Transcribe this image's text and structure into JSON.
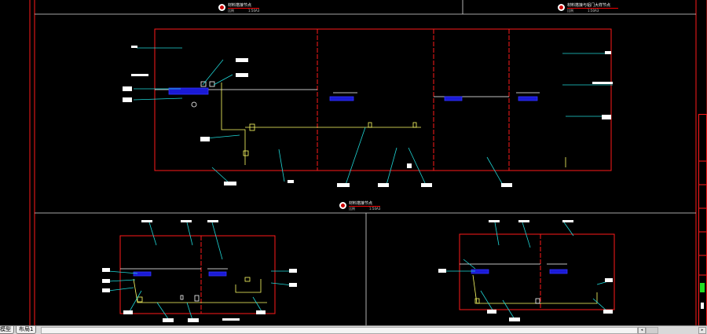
{
  "drawing": {
    "titles": [
      {
        "name": "材料搭接节点",
        "scale_label": "比例",
        "scale_value": "1:50A3"
      },
      {
        "name": "材料搭接与铝门大样节点",
        "scale_label": "比例",
        "scale_value": "1:50A3"
      },
      {
        "name": "材料搭接节点",
        "scale_label": "比例",
        "scale_value": "1:50A3"
      }
    ],
    "colors": {
      "background": "#000000",
      "frame": "#ff1a1a",
      "leader": "#1fd6d6",
      "detail": "#ffff66",
      "hatch": "#3333ff",
      "white": "#ffffff"
    }
  },
  "layout_tabs": {
    "model_label": "模型",
    "layout_label": "布局1"
  },
  "icons": {
    "scroll_left": "chevron-left-icon",
    "scroll_right": "chevron-right-icon",
    "title_logo": "circle-logo-icon"
  },
  "scroll_glyphs": {
    "left": "◂",
    "right": "▸"
  }
}
